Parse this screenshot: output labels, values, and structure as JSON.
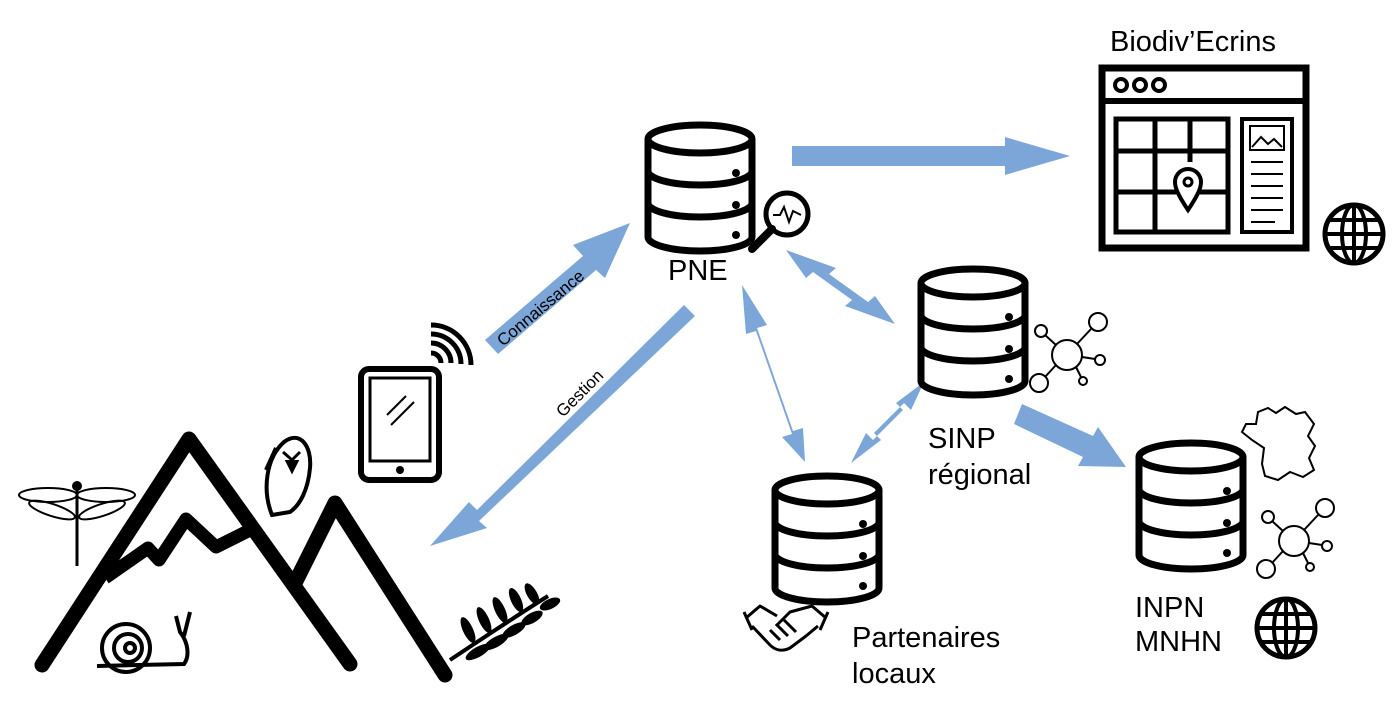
{
  "colors": {
    "arrow": "#7ca6d8",
    "line": "#000000",
    "background": "#ffffff"
  },
  "nodes": {
    "pne": {
      "label": "PNE"
    },
    "biodiv": {
      "label": "Biodiv’Ecrins"
    },
    "sinp": {
      "label_line1": "SINP",
      "label_line2": "régional"
    },
    "partenaires": {
      "label_line1": "Partenaires",
      "label_line2": "locaux"
    },
    "inpn": {
      "label_line1": "INPN",
      "label_line2": "MNHN"
    }
  },
  "edges": {
    "connaissance": {
      "label": "Connaissance"
    },
    "gestion": {
      "label": "Gestion"
    }
  },
  "icons": [
    "database-icon",
    "monitoring-magnifier-icon",
    "web-browser-map-icon",
    "globe-icon",
    "network-icon",
    "handshake-icon",
    "france-map-icon",
    "tablet-icon",
    "signal-waves-icon",
    "mountains-icon",
    "dragonfly-icon",
    "bird-icon",
    "snail-icon",
    "leaf-branch-icon"
  ]
}
